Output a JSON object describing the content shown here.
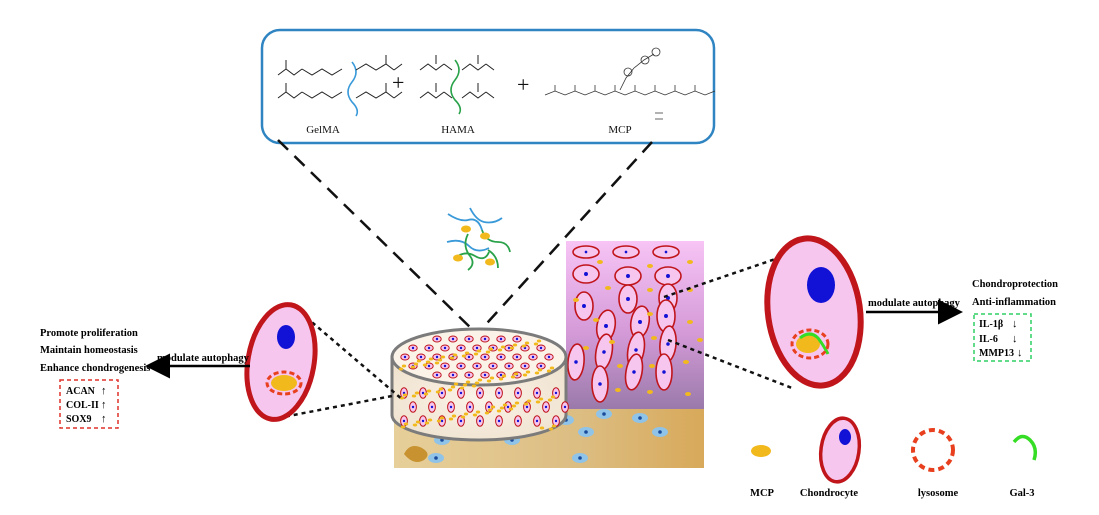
{
  "polymer_box": {
    "plus": "+",
    "gelma_label": "GelMA",
    "hama_label": "HAMA",
    "mcp_label": "MCP"
  },
  "left_panel": {
    "effects": [
      "Promote proliferation",
      "Maintain homeostasis",
      "Enhance chondrogenesis"
    ],
    "arrow_label": "modulate autophagy",
    "markers": [
      "ACAN",
      "COL-II",
      "SOX9"
    ],
    "marker_arrows": [
      "↑",
      "↑",
      "↑"
    ]
  },
  "right_panel": {
    "arrow_label": "modulate autophagy",
    "effects": [
      "Chondroprotection",
      "Anti-inflammation"
    ],
    "markers": [
      "IL-1β",
      "IL-6",
      "MMP13"
    ],
    "marker_arrows": [
      "↓",
      "↓",
      "↓"
    ]
  },
  "legend": {
    "items": [
      "MCP",
      "Chondrocyte",
      "lysosome",
      "Gal-3"
    ]
  },
  "colors": {
    "gelma_chain": "#3a9ad9",
    "hama_chain": "#2aa24a",
    "mcp_particle": "#f2b91c",
    "cell_border": "#c0151b",
    "cell_fill": "#f6c6ef",
    "nucleus": "#1212d6",
    "lysosome": "#e8401e",
    "gal3": "#35dd24",
    "left_marker_box": "#e0302a",
    "right_marker_box": "#2fcf64",
    "tissue_top": "#f5b8f0",
    "tissue_bottom": "#a883b8",
    "bone": "#e3c791"
  }
}
